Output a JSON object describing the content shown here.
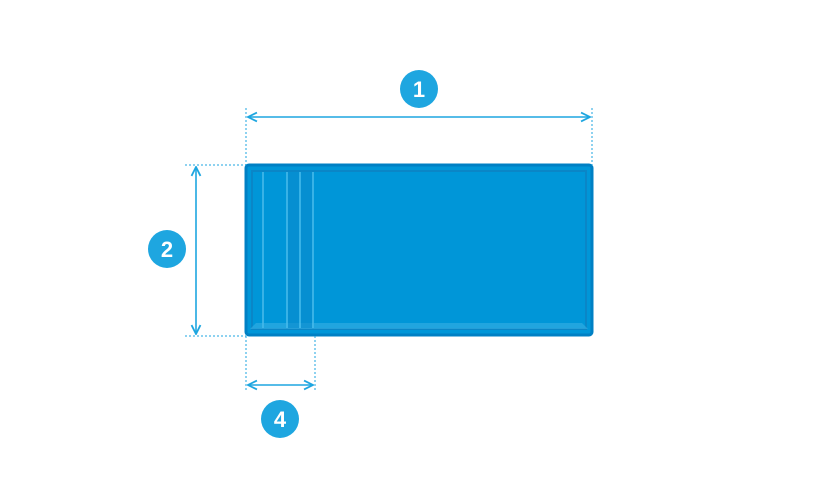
{
  "colors": {
    "pool_fill": "#0096d8",
    "pool_edge": "#0080c4",
    "pool_highlight": "#3cb3e6",
    "dimension_line": "#1ea6e0",
    "marker_fill": "#1ea6e0",
    "marker_text": "#ffffff"
  },
  "markers": {
    "length": "1",
    "width": "2",
    "steps": "4"
  }
}
